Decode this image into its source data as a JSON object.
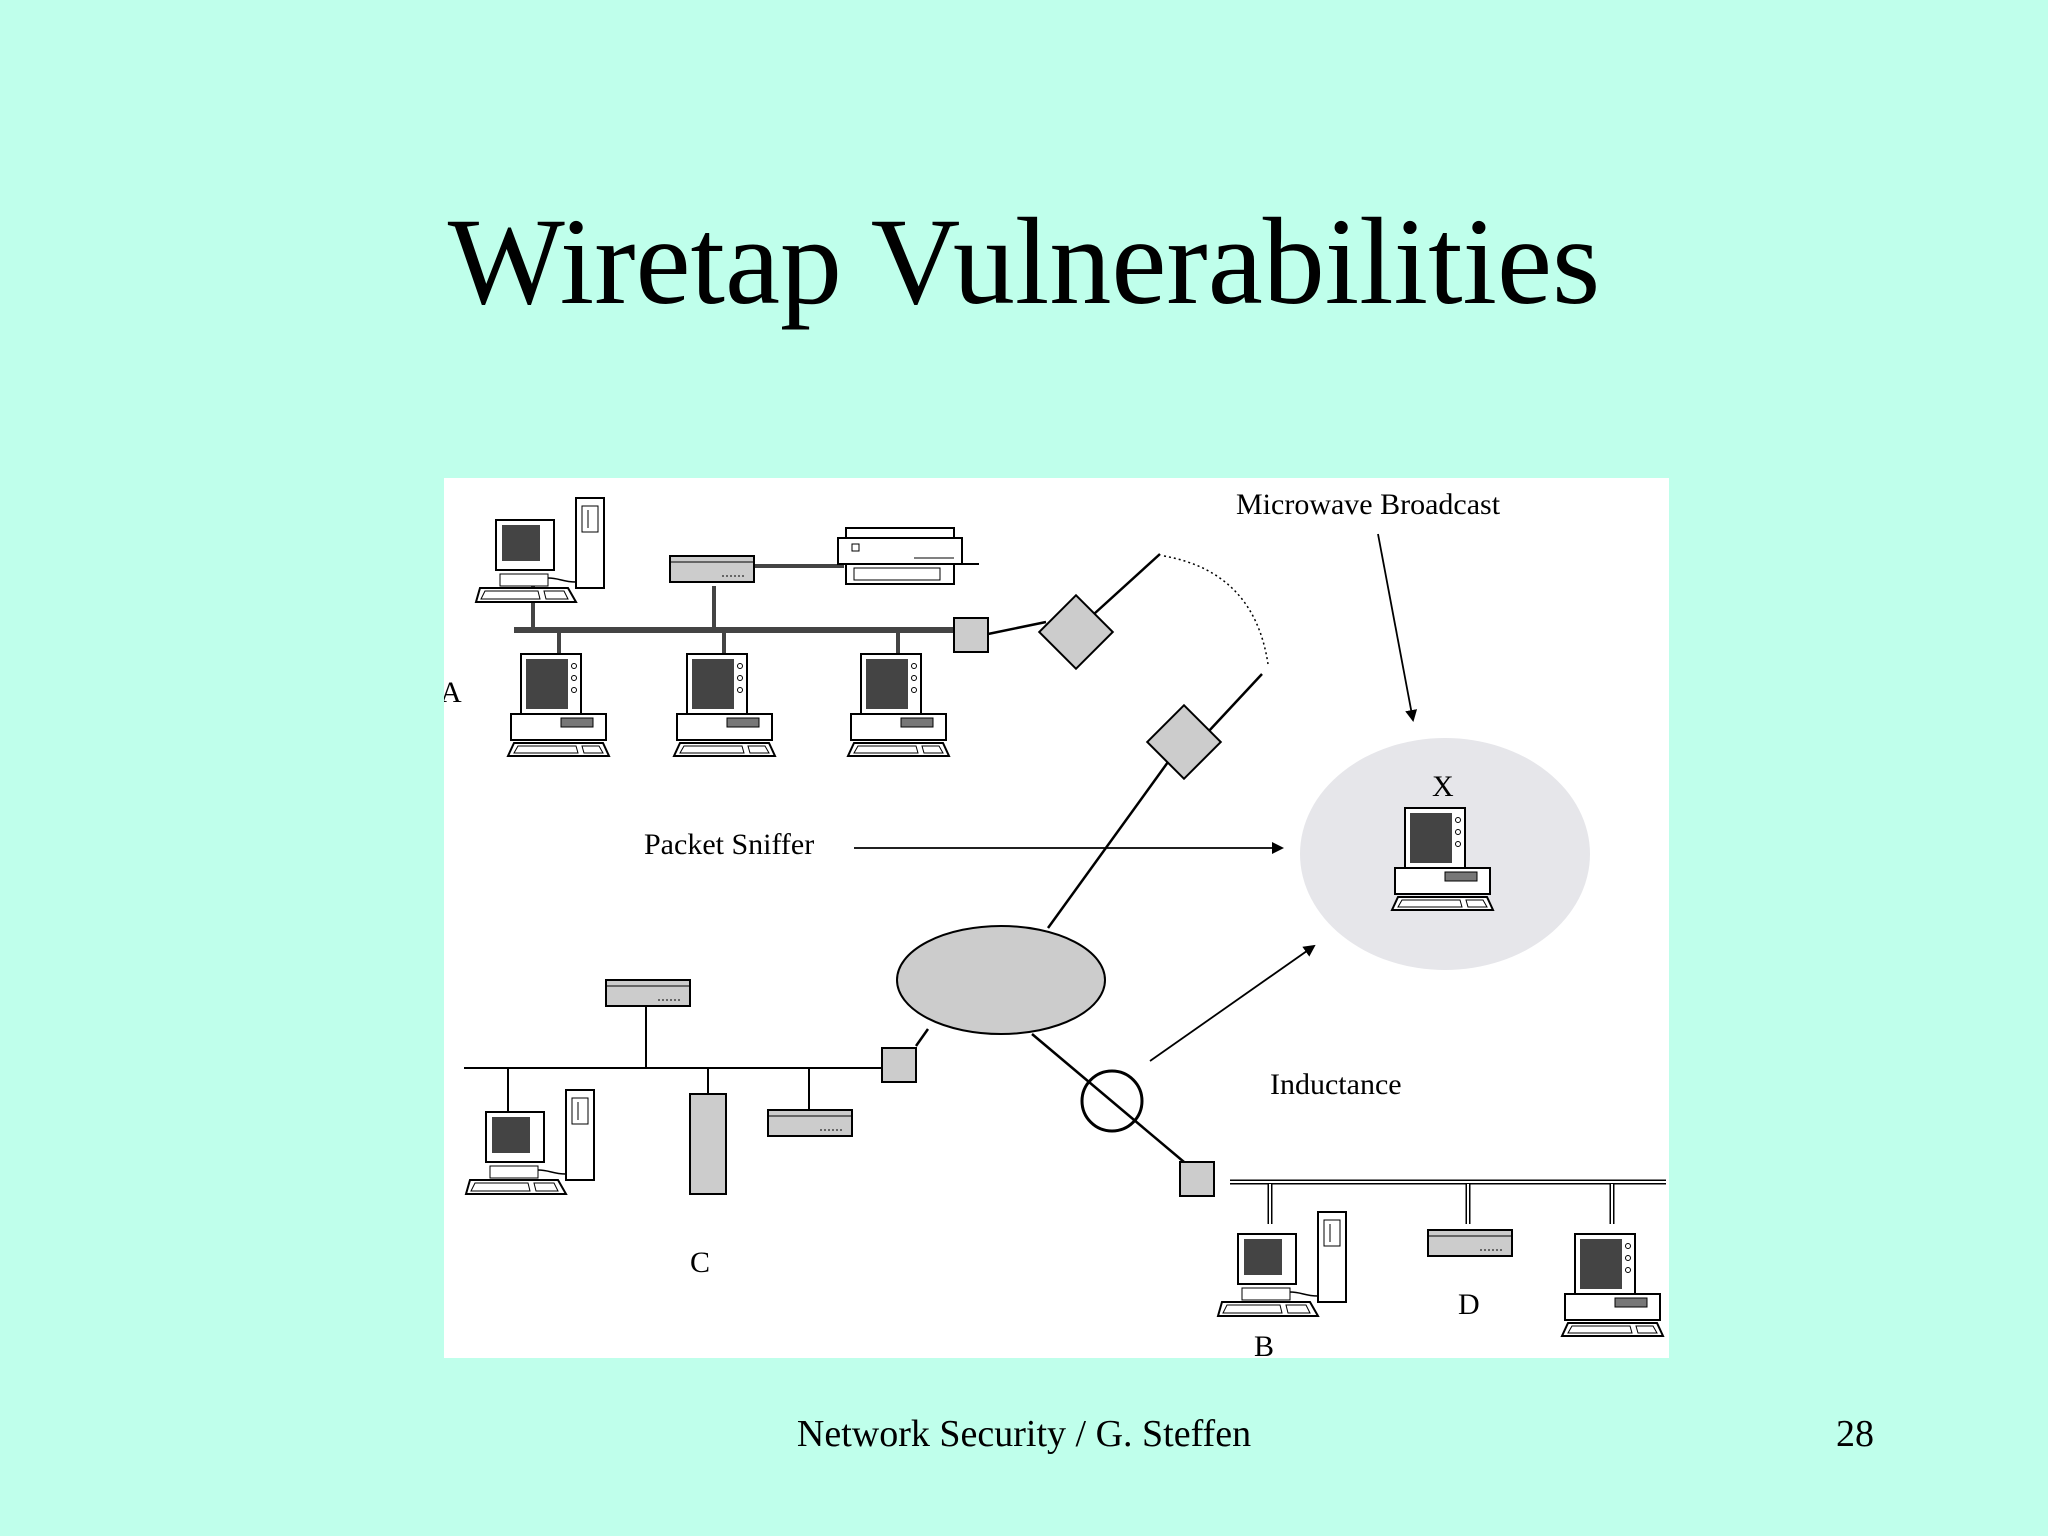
{
  "slide": {
    "title": "Wiretap Vulnerabilities",
    "footer": "Network Security /  G. Steffen",
    "page_number": "28"
  },
  "diagram": {
    "labels": {
      "microwave": "Microwave Broadcast",
      "packet_sniffer": "Packet Sniffer",
      "inductance": "Inductance",
      "node_a": "A",
      "node_b": "B",
      "node_c": "C",
      "node_d": "D",
      "node_x": "X"
    }
  },
  "colors": {
    "background": "#bfffeb",
    "panel": "#ffffff",
    "device_gray": "#cccccc",
    "eavesdrop_zone": "#e6e6ea",
    "screen": "#444444"
  }
}
